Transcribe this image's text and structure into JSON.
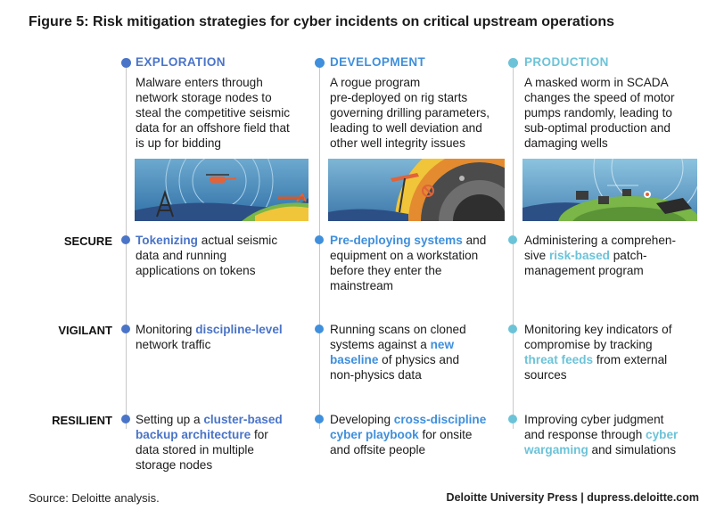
{
  "title": "Figure 5: Risk mitigation strategies for cyber incidents on critical upstream operations",
  "colors": {
    "exploration": "#4a74c8",
    "development": "#3f8fdc",
    "production": "#6cc3d8",
    "dark_text": "#1b1b1b"
  },
  "row_labels": {
    "secure": "SECURE",
    "vigilant": "VIGILANT",
    "resilient": "RESILIENT"
  },
  "columns": [
    {
      "header": "EXPLORATION",
      "scenario": [
        "Malware enters through",
        "network storage nodes to",
        "steal the competitive seismic",
        "data for an offshore field that",
        "is up for bidding"
      ],
      "secure": [
        [
          "",
          "Tokenizing",
          " actual seismic"
        ],
        [
          "",
          "",
          "data and running"
        ],
        [
          "",
          "",
          "applications on tokens"
        ]
      ],
      "vigilant": [
        [
          "Monitoring ",
          "discipline-level",
          ""
        ],
        [
          "",
          "",
          "network traffic"
        ]
      ],
      "resilient": [
        [
          "Setting up a ",
          "cluster-based",
          ""
        ],
        [
          "",
          "backup architecture",
          " for"
        ],
        [
          "",
          "",
          "data stored in multiple"
        ],
        [
          "",
          "",
          "storage nodes"
        ]
      ]
    },
    {
      "header": "DEVELOPMENT",
      "scenario": [
        "A rogue program",
        "pre-deployed on rig starts",
        "governing drilling parameters,",
        "leading to well deviation and",
        "other well integrity issues"
      ],
      "secure": [
        [
          "",
          "Pre-deploying systems",
          " and"
        ],
        [
          "",
          "",
          "equipment on a workstation"
        ],
        [
          "",
          "",
          "before they enter the"
        ],
        [
          "",
          "",
          "mainstream"
        ]
      ],
      "vigilant": [
        [
          "",
          "",
          "Running scans on cloned"
        ],
        [
          "systems against a ",
          "new",
          ""
        ],
        [
          "",
          "baseline",
          " of physics and"
        ],
        [
          "",
          "",
          "non-physics data"
        ]
      ],
      "resilient": [
        [
          "Developing ",
          "cross-discipline",
          ""
        ],
        [
          "",
          "cyber playbook",
          " for onsite"
        ],
        [
          "",
          "",
          "and offsite people"
        ]
      ]
    },
    {
      "header": "PRODUCTION",
      "scenario": [
        "A masked worm in SCADA",
        "changes the speed of motor",
        "pumps randomly, leading to",
        "sub-optimal production and",
        "damaging wells"
      ],
      "secure": [
        [
          "",
          "",
          "Administering a comprehen-"
        ],
        [
          "sive ",
          "risk-based",
          " patch-"
        ],
        [
          "",
          "",
          "management program"
        ]
      ],
      "vigilant": [
        [
          "",
          "",
          "Monitoring key indicators of"
        ],
        [
          "",
          "",
          "compromise by tracking"
        ],
        [
          "",
          "threat feeds",
          " from external"
        ],
        [
          "",
          "",
          "sources"
        ]
      ],
      "resilient": [
        [
          "",
          "",
          "Improving cyber judgment"
        ],
        [
          "and response through ",
          "cyber",
          ""
        ],
        [
          "",
          "wargaming",
          " and simulations"
        ]
      ]
    }
  ],
  "source": "Source: Deloitte analysis.",
  "credit": "Deloitte University Press  |  dupress.deloitte.com"
}
